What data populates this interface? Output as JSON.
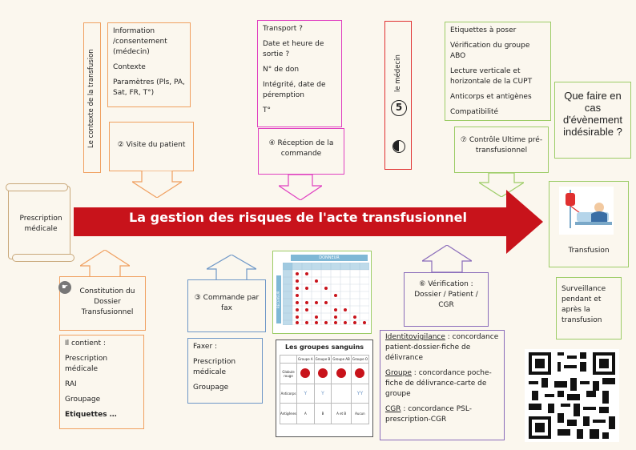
{
  "main_title": "La gestion des risques de l'acte transfusionnel",
  "contexte": {
    "vertical_label": "Le contexte de la transfusion",
    "items": [
      "Information /consentement (médecin)",
      "Contexte",
      "Paramètres (Pls, PA, Sat, FR, T°)"
    ]
  },
  "step2": "② Visite du patient",
  "transport": {
    "items": [
      "Transport ?",
      "Date et heure de sortie ?",
      "N° de don",
      "Intégrité, date de péremption",
      "T°"
    ]
  },
  "step4": "④ Réception de la commande",
  "medecin": {
    "label": "le médecin",
    "number": "5"
  },
  "etiquettes": {
    "items": [
      "Etiquettes à poser",
      "Vérification du groupe ABO",
      "Lecture verticale et horizontale de la CUPT",
      "Anticorps et antigènes",
      "Compatibilité"
    ]
  },
  "step7": "⑦ Contrôle Ultime pré-transfusionnel",
  "question": "Que faire en cas d'évènement indésirable ?",
  "prescription": "Prescription médicale",
  "transfusion_label": "Transfusion",
  "surveillance": "Surveillance pendant et après la transfusion",
  "step1": {
    "label": "Constitution du Dossier Transfusionnel",
    "contains_title": "Il contient :",
    "items": [
      "Prescription médicale",
      "RAI",
      "Groupage"
    ],
    "last": "Etiquettes …"
  },
  "step3": {
    "label": "③ Commande par fax",
    "fax_title": "Faxer :",
    "items": [
      "Prescription médicale",
      "Groupage"
    ]
  },
  "step6": "⑥ Vérification : Dossier / Patient / CGR",
  "identito": {
    "l1_key": "Identitovigilance",
    "l1_text": " : concordance patient-dossier-fiche de délivrance",
    "l2_key": "Groupe",
    "l2_text": " : concordance poche-fiche de délivrance-carte de groupe",
    "l3_key": "CGR",
    "l3_text": " : concordance PSL-prescription-CGR"
  },
  "donneur_header": "DONNEUR",
  "receveur_label": "RECEVEUR",
  "groupes": {
    "title": "Les groupes sanguins",
    "cols": [
      "Groupe A",
      "Groupe B",
      "Groupe AB",
      "Groupe O"
    ],
    "rows": [
      "Globule rouge",
      "Anticorps",
      "Antigènes"
    ],
    "antigens": [
      "A",
      "B",
      "A et B",
      "Aucun"
    ]
  },
  "colors": {
    "arrow": "#c8131b",
    "orange": "#f0a060",
    "pink": "#e040c0",
    "green": "#9ccc66",
    "blue": "#6e97c7",
    "purple": "#8a6cba"
  }
}
